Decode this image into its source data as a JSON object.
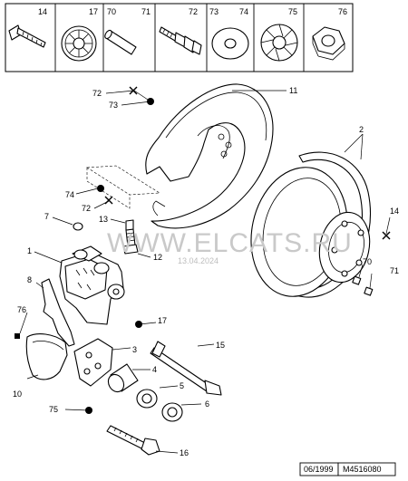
{
  "header_parts": [
    "14",
    "17",
    "70",
    "71",
    "72",
    "73",
    "74",
    "75",
    "76"
  ],
  "callouts": {
    "c1": "1",
    "c2": "2",
    "c3": "3",
    "c4": "4",
    "c5": "5",
    "c6": "6",
    "c7": "7",
    "c8": "8",
    "c10": "10",
    "c11": "11",
    "c12": "12",
    "c13": "13",
    "c14": "14",
    "c15": "15",
    "c16": "16",
    "c17": "17",
    "c70": "70",
    "c71": "71",
    "c72a": "72",
    "c72b": "72",
    "c73": "73",
    "c74": "74",
    "c75": "75",
    "c76": "76"
  },
  "watermark": {
    "text": "WWW.ELCATS.RU",
    "date": "13.04.2024"
  },
  "footer": {
    "date": "06/1999",
    "ref": "M4516080"
  }
}
